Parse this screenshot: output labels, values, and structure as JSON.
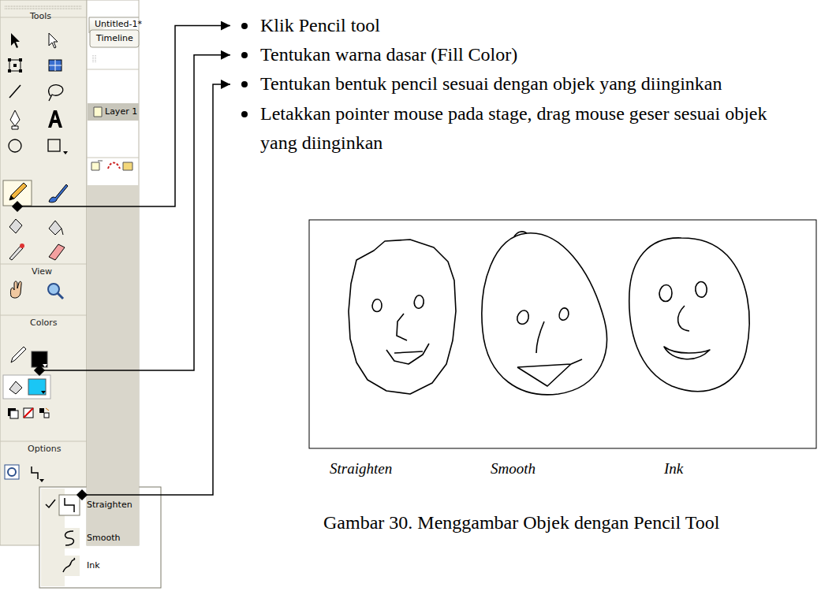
{
  "diagram": {
    "caption": "Gambar 30. Menggambar Objek dengan Pencil Tool",
    "labels": [
      "Tools",
      "Untitled-1*",
      "Timeline",
      "Layer 1",
      "View",
      "Colors",
      "Options",
      "Straighten",
      "Smooth",
      "Ink",
      "Klik Pencil tool",
      "Tentukan warna dasar (Fill Color)",
      "Tentukan bentuk pencil sesuai dengan objek yang diinginkan",
      "Letakkan pointer mouse pada stage, drag mouse geser sesuai objek yang diinginkan",
      "Straighten",
      "Smooth",
      "Ink"
    ]
  }
}
